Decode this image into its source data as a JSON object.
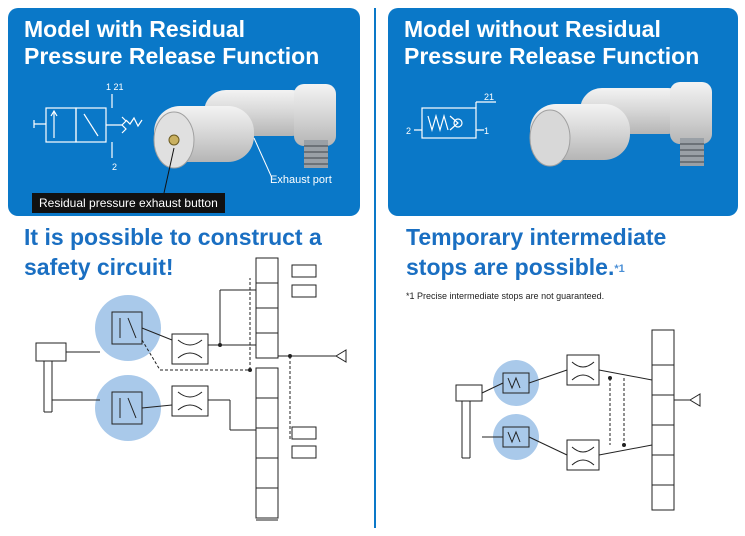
{
  "left_panel": {
    "title_line1": "Model with Residual",
    "title_line2": "Pressure Release Function",
    "port_labels": {
      "top": "1 21",
      "bottom": "2"
    },
    "exhaust_port_label": "Exhaust port",
    "button_label": "Residual pressure exhaust button"
  },
  "right_panel": {
    "title_line1": "Model without Residual",
    "title_line2": "Pressure Release Function",
    "port_labels": {
      "top": "21",
      "left": "2",
      "right": "1"
    }
  },
  "left_heading": {
    "line1": "It is possible to construct a",
    "line2": "safety circuit!"
  },
  "right_heading": {
    "line1": "Temporary intermediate",
    "line2": "stops are possible.",
    "footnote_mark": "*1"
  },
  "note": "*1  Precise intermediate stops are not guaranteed.",
  "colors": {
    "brand_blue": "#0a78c8",
    "heading_blue": "#1a6fc2",
    "circle_blue": "#a9c9ea"
  }
}
